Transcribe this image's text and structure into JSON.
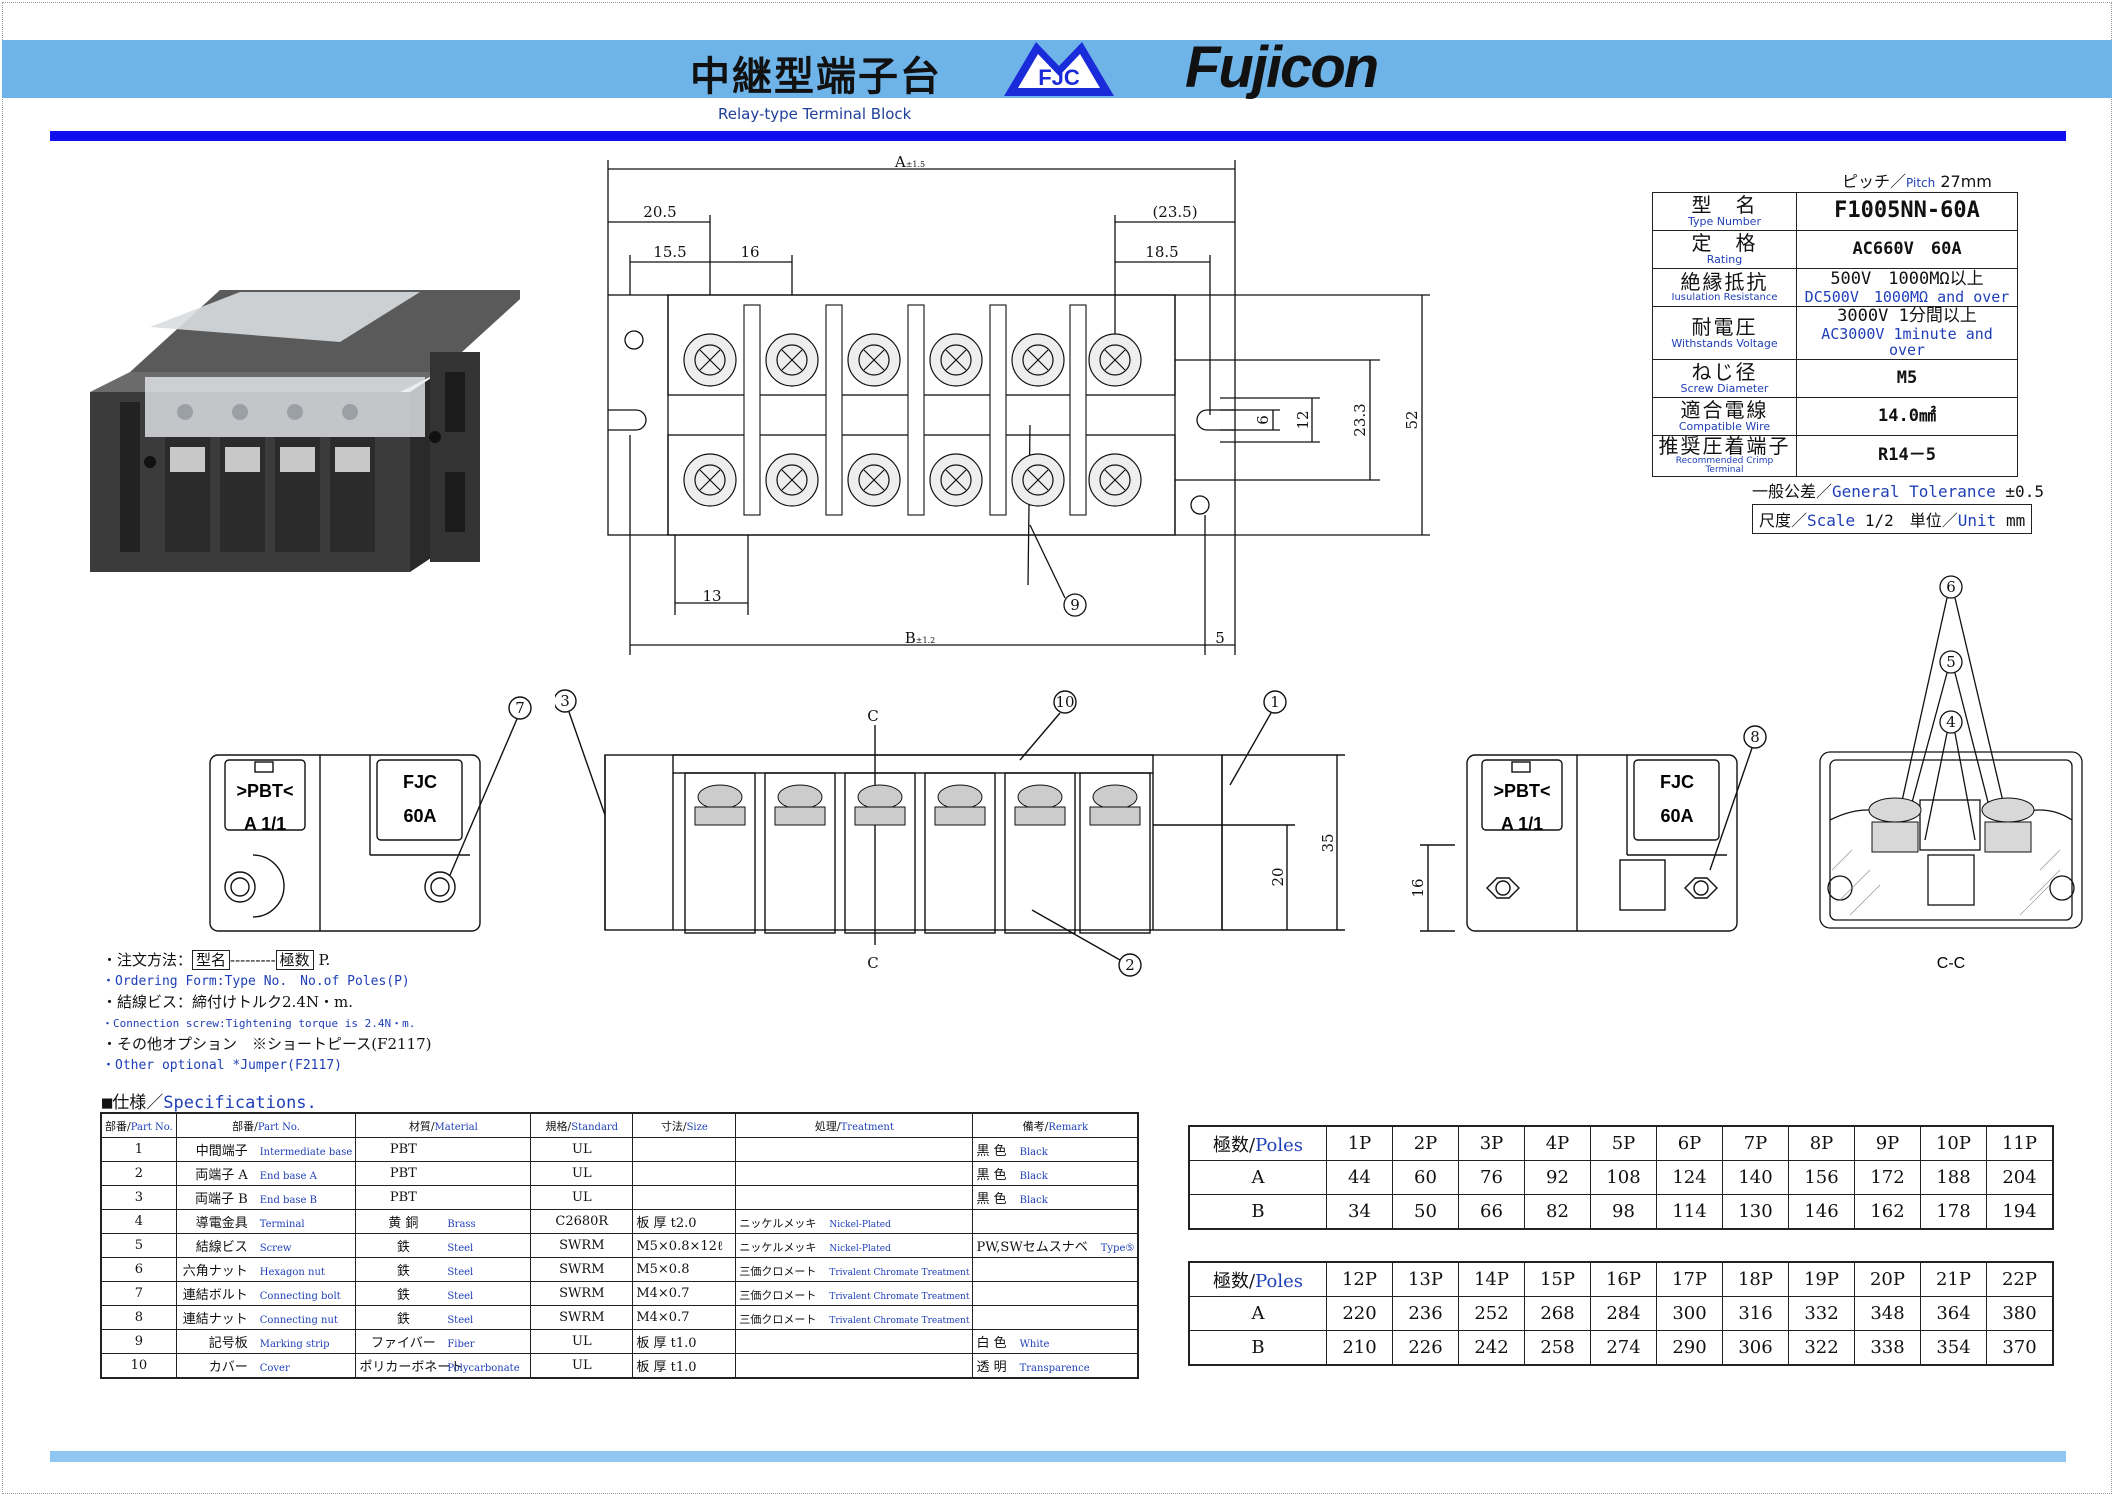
{
  "header": {
    "title_jp": "中継型端子台",
    "title_en": "Relay-type Terminal Block",
    "logo_fjc": "FJC",
    "brand": "Fujicon",
    "colors": {
      "band": "#6fb4e8",
      "rule": "#1010ee",
      "english_text": "#1f3fb8"
    }
  },
  "pitch": {
    "jp": "ピッチ／",
    "en": "Pitch",
    "value": "27mm"
  },
  "spec_box": [
    {
      "jp": "型　名",
      "en": "Type Number",
      "value": "F1005NN-60A",
      "value_en": ""
    },
    {
      "jp": "定　格",
      "en": "Rating",
      "value": "AC660V　60A",
      "value_en": ""
    },
    {
      "jp": "絶縁抵抗",
      "en": "Iusulation Resistance",
      "value": "500V　1000MΩ以上",
      "value_en": "DC500V　1000MΩ and over"
    },
    {
      "jp": "耐電圧",
      "en": "Withstands Voltage",
      "value": "3000V 1分間以上",
      "value_en": "AC3000V 1minute and over"
    },
    {
      "jp": "ねじ径",
      "en": "Screw Diameter",
      "value": "M5",
      "value_en": ""
    },
    {
      "jp": "適合電線",
      "en": "Compatible Wire",
      "value": "14.0㎟",
      "value_en": ""
    },
    {
      "jp": "推奨圧着端子",
      "en": "Recommended Crimp Terminal",
      "value": "R14－5",
      "value_en": ""
    }
  ],
  "tolerance": {
    "jp": "一般公差／",
    "en": "General Tolerance",
    "value": "±0.5"
  },
  "scale": {
    "jp": "尺度／",
    "en": "Scale",
    "value": "1/2",
    "unit_jp": "単位／",
    "unit_en": "Unit",
    "unit": "mm"
  },
  "drawing": {
    "top_dims": {
      "A": "A",
      "A_tol": "±1.5",
      "B": "B",
      "B_tol": "±1.2",
      "d205": "20.5",
      "d155": "15.5",
      "d16": "16",
      "d235": "(23.5)",
      "d185": "18.5",
      "d13": "13",
      "d5": "5",
      "d6": "6",
      "d12": "12",
      "d233": "23.3",
      "d52": "52"
    },
    "side_dims": {
      "d35": "35",
      "d20": "20",
      "d16": "16"
    },
    "end_marks": {
      "pbt": ">PBT<",
      "a11": "A 1/1",
      "fjc": "FJC",
      "amp": "60A"
    },
    "section": {
      "cut": "C",
      "label": "C-C"
    },
    "callouts": [
      "1",
      "2",
      "3",
      "4",
      "5",
      "6",
      "7",
      "8",
      "9",
      "10"
    ]
  },
  "notes": {
    "order_jp_prefix": "・注文方法：",
    "order_box1": "型名",
    "order_dashes": "---------",
    "order_box2": "極数",
    "order_suffix": "P.",
    "order_en": "・Ordering Form:Type No.　No.of Poles(P)",
    "screw_jp": "・結線ビス：締付けトルク2.4N・m.",
    "screw_en": "・Connection screw:Tightening torque is 2.4N・m.",
    "option_jp": "・その他オプション　※ショートピース(F2117)",
    "option_en": "・Other optional *Jumper(F2117)"
  },
  "specifications": {
    "title_jp": "■仕様／",
    "title_en": "Specifications.",
    "headers": [
      {
        "jp": "部番/",
        "en": "Part No."
      },
      {
        "jp": "部番/",
        "en": "Part No."
      },
      {
        "jp": "材質/",
        "en": "Material"
      },
      {
        "jp": "規格/",
        "en": "Standard"
      },
      {
        "jp": "寸法/",
        "en": "Size"
      },
      {
        "jp": "処理/",
        "en": "Treatment"
      },
      {
        "jp": "備考/",
        "en": "Remark"
      }
    ],
    "rows": [
      {
        "no": "1",
        "name_jp": "中間端子",
        "name_en": "Intermediate base",
        "mat_jp": "PBT",
        "mat_en": "",
        "std": "UL",
        "size": "",
        "treat_jp": "",
        "treat_en": "",
        "rem_jp": "黒 色",
        "rem_en": "Black"
      },
      {
        "no": "2",
        "name_jp": "両端子 A",
        "name_en": "End base A",
        "mat_jp": "PBT",
        "mat_en": "",
        "std": "UL",
        "size": "",
        "treat_jp": "",
        "treat_en": "",
        "rem_jp": "黒 色",
        "rem_en": "Black"
      },
      {
        "no": "3",
        "name_jp": "両端子 B",
        "name_en": "End base B",
        "mat_jp": "PBT",
        "mat_en": "",
        "std": "UL",
        "size": "",
        "treat_jp": "",
        "treat_en": "",
        "rem_jp": "黒 色",
        "rem_en": "Black"
      },
      {
        "no": "4",
        "name_jp": "導電金具",
        "name_en": "Terminal",
        "mat_jp": "黄 銅",
        "mat_en": "Brass",
        "std": "C2680R",
        "size": "板 厚 t2.0",
        "treat_jp": "ニッケルメッキ",
        "treat_en": "Nickel-Plated",
        "rem_jp": "",
        "rem_en": ""
      },
      {
        "no": "5",
        "name_jp": "結線ビス",
        "name_en": "Screw",
        "mat_jp": "鉄",
        "mat_en": "Steel",
        "std": "SWRM",
        "size": "M5×0.8×12ℓ",
        "treat_jp": "ニッケルメッキ",
        "treat_en": "Nickel-Plated",
        "rem_jp": "PW,SWセムスナベ",
        "rem_en": "Type⑤"
      },
      {
        "no": "6",
        "name_jp": "六角ナット",
        "name_en": "Hexagon nut",
        "mat_jp": "鉄",
        "mat_en": "Steel",
        "std": "SWRM",
        "size": "M5×0.8",
        "treat_jp": "三価クロメート",
        "treat_en": "Trivalent Chromate Treatment",
        "rem_jp": "",
        "rem_en": ""
      },
      {
        "no": "7",
        "name_jp": "連結ボルト",
        "name_en": "Connecting bolt",
        "mat_jp": "鉄",
        "mat_en": "Steel",
        "std": "SWRM",
        "size": "M4×0.7",
        "treat_jp": "三価クロメート",
        "treat_en": "Trivalent Chromate Treatment",
        "rem_jp": "",
        "rem_en": ""
      },
      {
        "no": "8",
        "name_jp": "連結ナット",
        "name_en": "Connecting nut",
        "mat_jp": "鉄",
        "mat_en": "Steel",
        "std": "SWRM",
        "size": "M4×0.7",
        "treat_jp": "三価クロメート",
        "treat_en": "Trivalent Chromate Treatment",
        "rem_jp": "",
        "rem_en": ""
      },
      {
        "no": "9",
        "name_jp": "記号板",
        "name_en": "Marking strip",
        "mat_jp": "ファイバー",
        "mat_en": "Fiber",
        "std": "UL",
        "size": "板 厚 t1.0",
        "treat_jp": "",
        "treat_en": "",
        "rem_jp": "白 色",
        "rem_en": "White"
      },
      {
        "no": "10",
        "name_jp": "カバー",
        "name_en": "Cover",
        "mat_jp": "ポリカーボネート",
        "mat_en": "Polycarbonate",
        "std": "UL",
        "size": "板 厚 t1.0",
        "treat_jp": "",
        "treat_en": "",
        "rem_jp": "透 明",
        "rem_en": "Transparence"
      }
    ]
  },
  "poles_table_1": {
    "header_jp": "極数/",
    "header_en": "Poles",
    "poles": [
      "1P",
      "2P",
      "3P",
      "4P",
      "5P",
      "6P",
      "7P",
      "8P",
      "9P",
      "10P",
      "11P"
    ],
    "A": [
      "44",
      "60",
      "76",
      "92",
      "108",
      "124",
      "140",
      "156",
      "172",
      "188",
      "204"
    ],
    "B": [
      "34",
      "50",
      "66",
      "82",
      "98",
      "114",
      "130",
      "146",
      "162",
      "178",
      "194"
    ]
  },
  "poles_table_2": {
    "header_jp": "極数/",
    "header_en": "Poles",
    "poles": [
      "12P",
      "13P",
      "14P",
      "15P",
      "16P",
      "17P",
      "18P",
      "19P",
      "20P",
      "21P",
      "22P"
    ],
    "A": [
      "220",
      "236",
      "252",
      "268",
      "284",
      "300",
      "316",
      "332",
      "348",
      "364",
      "380"
    ],
    "B": [
      "210",
      "226",
      "242",
      "258",
      "274",
      "290",
      "306",
      "322",
      "338",
      "354",
      "370"
    ]
  },
  "row_labels": {
    "A": "A",
    "B": "B"
  }
}
